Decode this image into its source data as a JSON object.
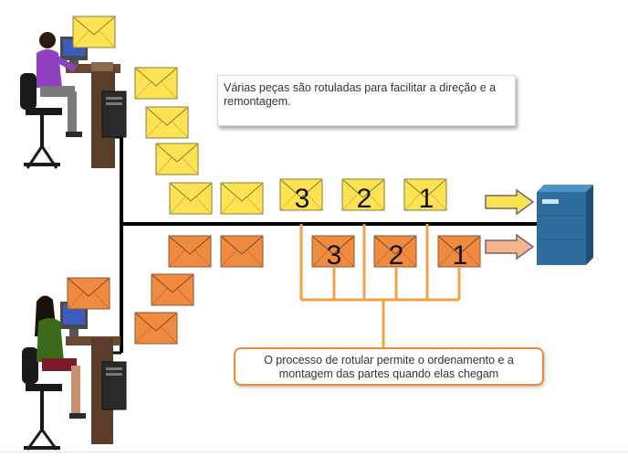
{
  "callouts": {
    "top_text": "Várias peças são rotuladas para facilitar a direção e a remontagem.",
    "bottom_text": "O processo de rotular permite o ordenamento e a montagem das partes quando elas chegam"
  },
  "segment_labels": {
    "yellow": [
      "3",
      "2",
      "1"
    ],
    "orange": [
      "3",
      "2",
      "1"
    ]
  },
  "colors": {
    "yellow_envelope": "#fde251",
    "orange_envelope": "#f08a3e",
    "bracket": "#f0a24a",
    "server": "#2e6d9e"
  },
  "icons": [
    "user-computer-icon",
    "envelope-icon",
    "server-icon",
    "arrow-right-icon"
  ]
}
